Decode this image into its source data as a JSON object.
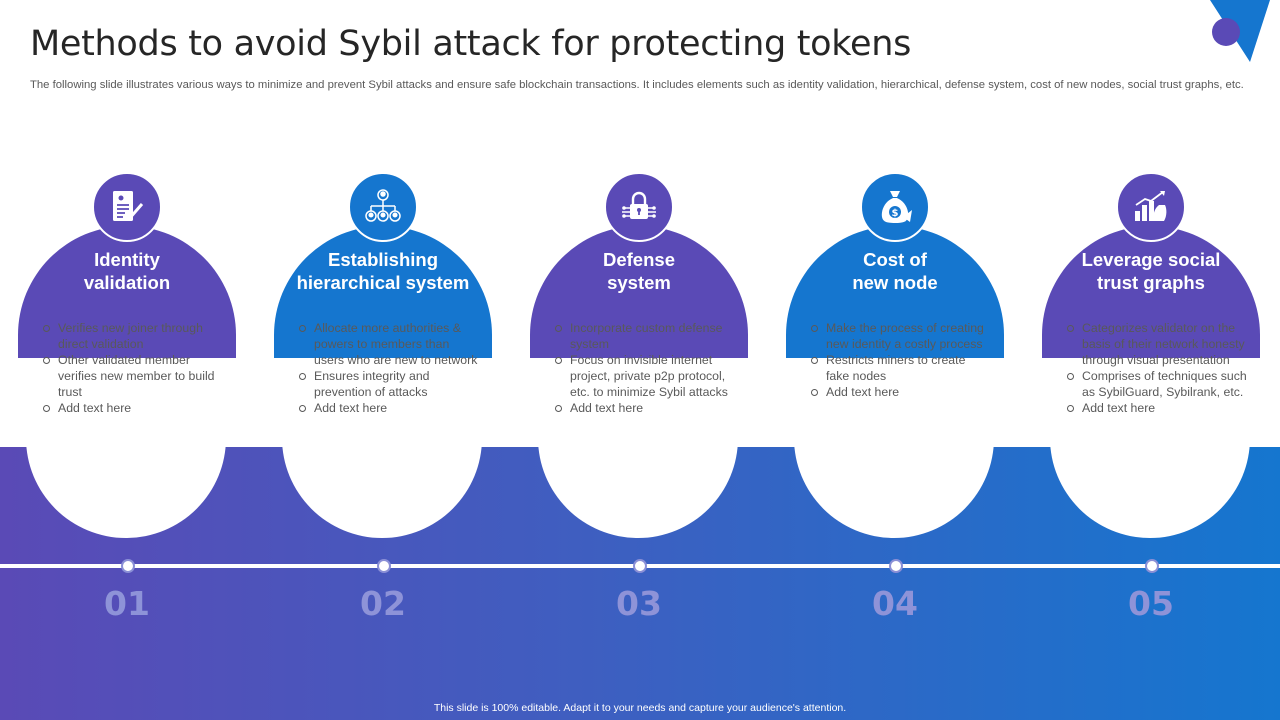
{
  "page": {
    "title": "Methods to avoid Sybil attack for protecting tokens",
    "subtitle": "The following slide illustrates various ways to minimize and prevent Sybil attacks and ensure safe blockchain transactions. It includes elements such as identity validation, hierarchical, defense system, cost of new nodes, social trust graphs, etc.",
    "footer": "This slide is 100% editable. Adapt it to your needs and capture your audience's attention."
  },
  "colors": {
    "purple": "#5a4ab6",
    "blue": "#1576cf",
    "number": "#8e93d8"
  },
  "cards": [
    {
      "number": "01",
      "title_line1": "Identity",
      "title_line2": "validation",
      "icon": "document-pen-icon",
      "bullets": [
        "Verifies new joiner through direct validation",
        "Other validated member verifies new member to build trust",
        "Add text here"
      ]
    },
    {
      "number": "02",
      "title_line1": "Establishing",
      "title_line2": "hierarchical system",
      "icon": "hierarchy-icon",
      "bullets": [
        "Allocate more authorities & powers to members than users who are new to network",
        "Ensures integrity and prevention of attacks",
        "Add text here"
      ]
    },
    {
      "number": "03",
      "title_line1": "Defense",
      "title_line2": "system",
      "icon": "lock-circuit-icon",
      "bullets": [
        "Incorporate custom defense system",
        "Focus on invisible internet project, private p2p protocol, etc. to minimize Sybil attacks",
        "Add text here"
      ]
    },
    {
      "number": "04",
      "title_line1": "Cost of",
      "title_line2": "new node",
      "icon": "money-bag-icon",
      "bullets": [
        "Make the process of creating new identity a costly process",
        "Restricts miners to create fake nodes",
        "Add text here"
      ]
    },
    {
      "number": "05",
      "title_line1": "Leverage social",
      "title_line2": "trust graphs",
      "icon": "bar-chart-hand-icon",
      "bullets": [
        "Categorizes validator on the basis of their network honesty through visual presentation",
        "Comprises of techniques such as SybilGuard, Sybilrank, etc.",
        "Add text here"
      ]
    }
  ]
}
